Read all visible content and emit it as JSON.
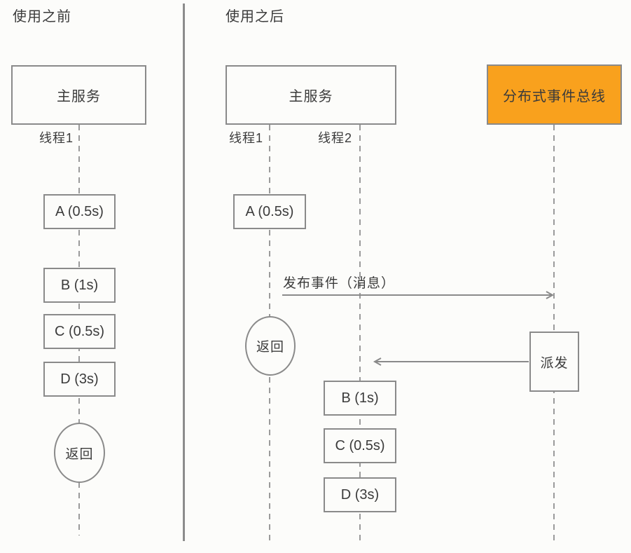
{
  "colors": {
    "background": "#FCFCFA",
    "line": "#8A8A8A",
    "dash": "#9A9A9A",
    "text": "#3B3B3B",
    "event_bus_bg": "#F9A11D"
  },
  "before": {
    "title": "使用之前",
    "service_label": "主服务",
    "thread1_label": "线程1",
    "tasks": [
      "A (0.5s)",
      "B (1s)",
      "C (0.5s)",
      "D (3s)"
    ],
    "return_label": "返回"
  },
  "after": {
    "title": "使用之后",
    "service_label": "主服务",
    "thread1_label": "线程1",
    "thread2_label": "线程2",
    "event_bus_label": "分布式事件总线",
    "task_a": "A (0.5s)",
    "publish_label": "发布事件（消息）",
    "return_label": "返回",
    "dispatch_label": "派发",
    "thread2_tasks": [
      "B (1s)",
      "C (0.5s)",
      "D (3s)"
    ]
  }
}
